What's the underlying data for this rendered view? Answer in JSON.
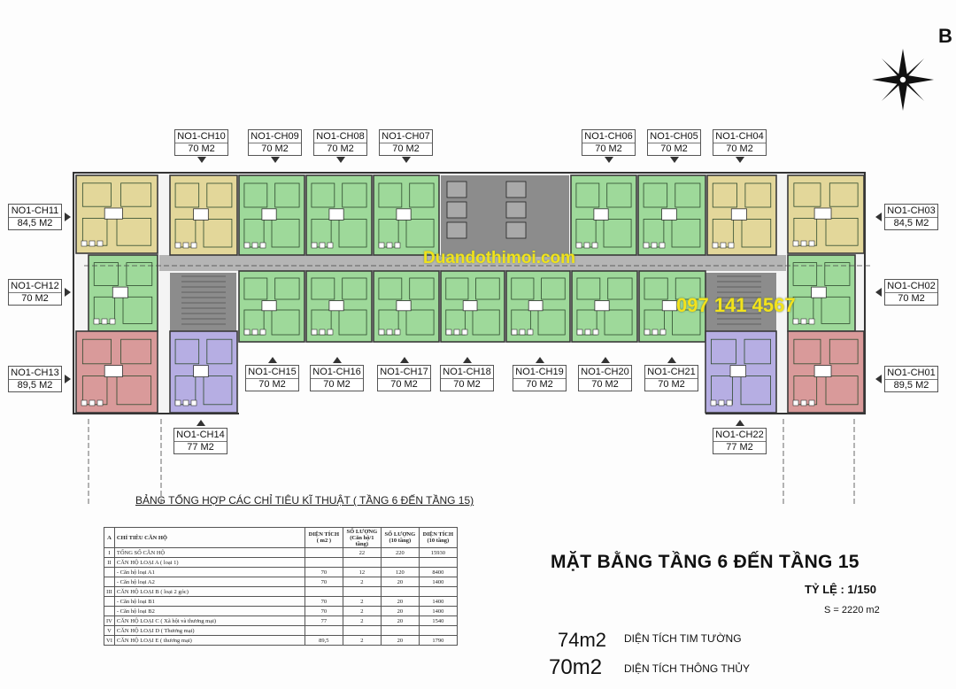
{
  "north_label": "B",
  "watermark": "Duandothimoi.com",
  "phone": "097 141 4567",
  "units": [
    {
      "code": "NO1-CH10",
      "area": "70 M2",
      "type": "A2"
    },
    {
      "code": "NO1-CH09",
      "area": "70 M2",
      "type": "A1"
    },
    {
      "code": "NO1-CH08",
      "area": "70 M2",
      "type": "A1"
    },
    {
      "code": "NO1-CH07",
      "area": "70 M2",
      "type": "A1"
    },
    {
      "code": "NO1-CH06",
      "area": "70 M2",
      "type": "A1"
    },
    {
      "code": "NO1-CH05",
      "area": "70 M2",
      "type": "A1"
    },
    {
      "code": "NO1-CH04",
      "area": "70 M2",
      "type": "A2"
    },
    {
      "code": "NO1-CH11",
      "area": "84,5 M2",
      "type": "B"
    },
    {
      "code": "NO1-CH03",
      "area": "84,5 M2",
      "type": "B"
    },
    {
      "code": "NO1-CH12",
      "area": "70 M2",
      "type": "A1"
    },
    {
      "code": "NO1-CH02",
      "area": "70 M2",
      "type": "A1"
    },
    {
      "code": "NO1-CH13",
      "area": "89,5 M2",
      "type": "E"
    },
    {
      "code": "NO1-CH01",
      "area": "89,5 M2",
      "type": "E"
    },
    {
      "code": "NO1-CH15",
      "area": "70 M2",
      "type": "A1"
    },
    {
      "code": "NO1-CH16",
      "area": "70 M2",
      "type": "A1"
    },
    {
      "code": "NO1-CH17",
      "area": "70 M2",
      "type": "A1"
    },
    {
      "code": "NO1-CH18",
      "area": "70 M2",
      "type": "A1"
    },
    {
      "code": "NO1-CH19",
      "area": "70 M2",
      "type": "A1"
    },
    {
      "code": "NO1-CH20",
      "area": "70 M2",
      "type": "A1"
    },
    {
      "code": "NO1-CH21",
      "area": "70 M2",
      "type": "A1"
    },
    {
      "code": "NO1-CH14",
      "area": "77 M2",
      "type": "C"
    },
    {
      "code": "NO1-CH22",
      "area": "77 M2",
      "type": "C"
    }
  ],
  "colors": {
    "A1": "#9ed99a",
    "A2": "#e3d79a",
    "B": "#e3d79a",
    "C": "#b6aee3",
    "E": "#d99a9a",
    "core": "#8c8c8c",
    "corridor": "#b5b5b5",
    "wall": "#3a3a3a"
  },
  "table": {
    "title": "BẢNG TỔNG HỢP CÁC CHỈ TIÊU KĨ THUẬT ( TẦNG 6 ĐẾN TẦNG 15)",
    "headers": [
      "A",
      "CHỈ TIÊU CĂN HỘ",
      "DIỆN TÍCH ( m2 )",
      "SỐ LƯỢNG (Căn hộ/1 tầng)",
      "SỐ LƯỢNG (10 tầng)",
      "DIỆN TÍCH (10 tầng)"
    ],
    "rows": [
      [
        "I",
        "TỔNG SỐ CĂN HỘ",
        "",
        "22",
        "220",
        "15930"
      ],
      [
        "II",
        "CĂN HỘ LOẠI A ( loại 1)",
        "",
        "",
        "",
        ""
      ],
      [
        "",
        "- Căn hộ loại A1",
        "70",
        "12",
        "120",
        "8400"
      ],
      [
        "",
        "- Căn hộ loại A2",
        "70",
        "2",
        "20",
        "1400"
      ],
      [
        "III",
        "CĂN HỘ LOẠI B ( loại 2 góc)",
        "",
        "",
        "",
        ""
      ],
      [
        "",
        "- Căn hộ loại B1",
        "70",
        "2",
        "20",
        "1400"
      ],
      [
        "",
        "- Căn hộ loại B2",
        "70",
        "2",
        "20",
        "1400"
      ],
      [
        "IV",
        "CĂN HỘ LOẠI C ( Xã hội và thương mại)",
        "77",
        "2",
        "20",
        "1540"
      ],
      [
        "V",
        "CĂN HỘ LOẠI D ( Thương mại)",
        "",
        "",
        "",
        ""
      ],
      [
        "VI",
        "CĂN HỘ LOẠI E ( thương mại)",
        "89,5",
        "2",
        "20",
        "1790"
      ]
    ]
  },
  "floor_title": "MẶT BẰNG TẦNG 6 ĐẾN TẦNG 15",
  "scale": "TỶ LỆ : 1/150",
  "site_area": "S = 2220 m2",
  "legend": [
    {
      "value": "74m2",
      "text": "DIỆN TÍCH TIM TƯỜNG"
    },
    {
      "value": "70m2",
      "text": "DIỆN TÍCH THÔNG THỦY"
    }
  ]
}
